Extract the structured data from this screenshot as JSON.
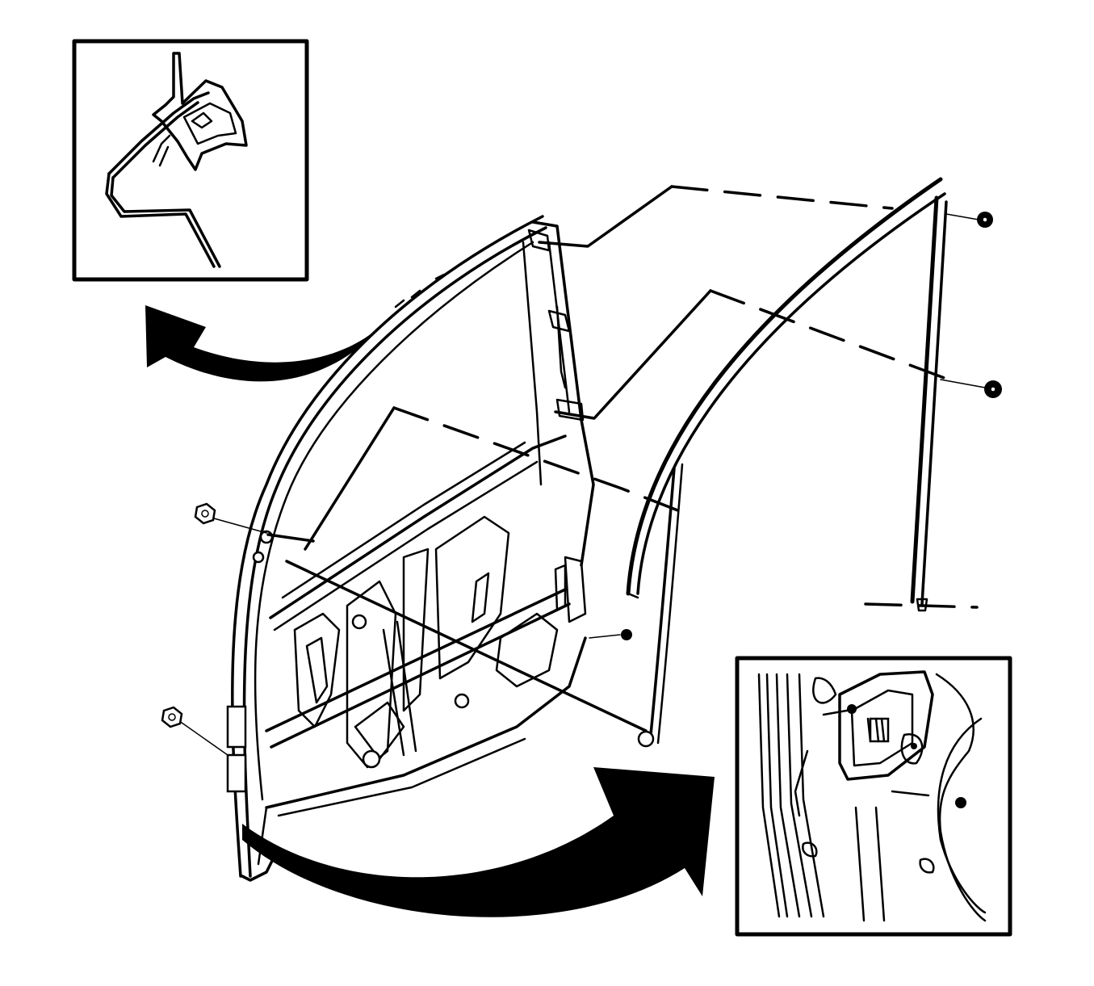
{
  "diagram": {
    "description_colors": {
      "line": "#000000",
      "background": "#ffffff"
    },
    "parts": [
      "door-frame",
      "window-run-channel",
      "door-bolt-upper",
      "door-bolt-lower",
      "channel-nut-upper",
      "channel-nut-middle",
      "window-regulator-nut",
      "channel-bottom-fastener"
    ],
    "details": [
      "detail-upper-corner",
      "detail-lower-regulator"
    ]
  }
}
